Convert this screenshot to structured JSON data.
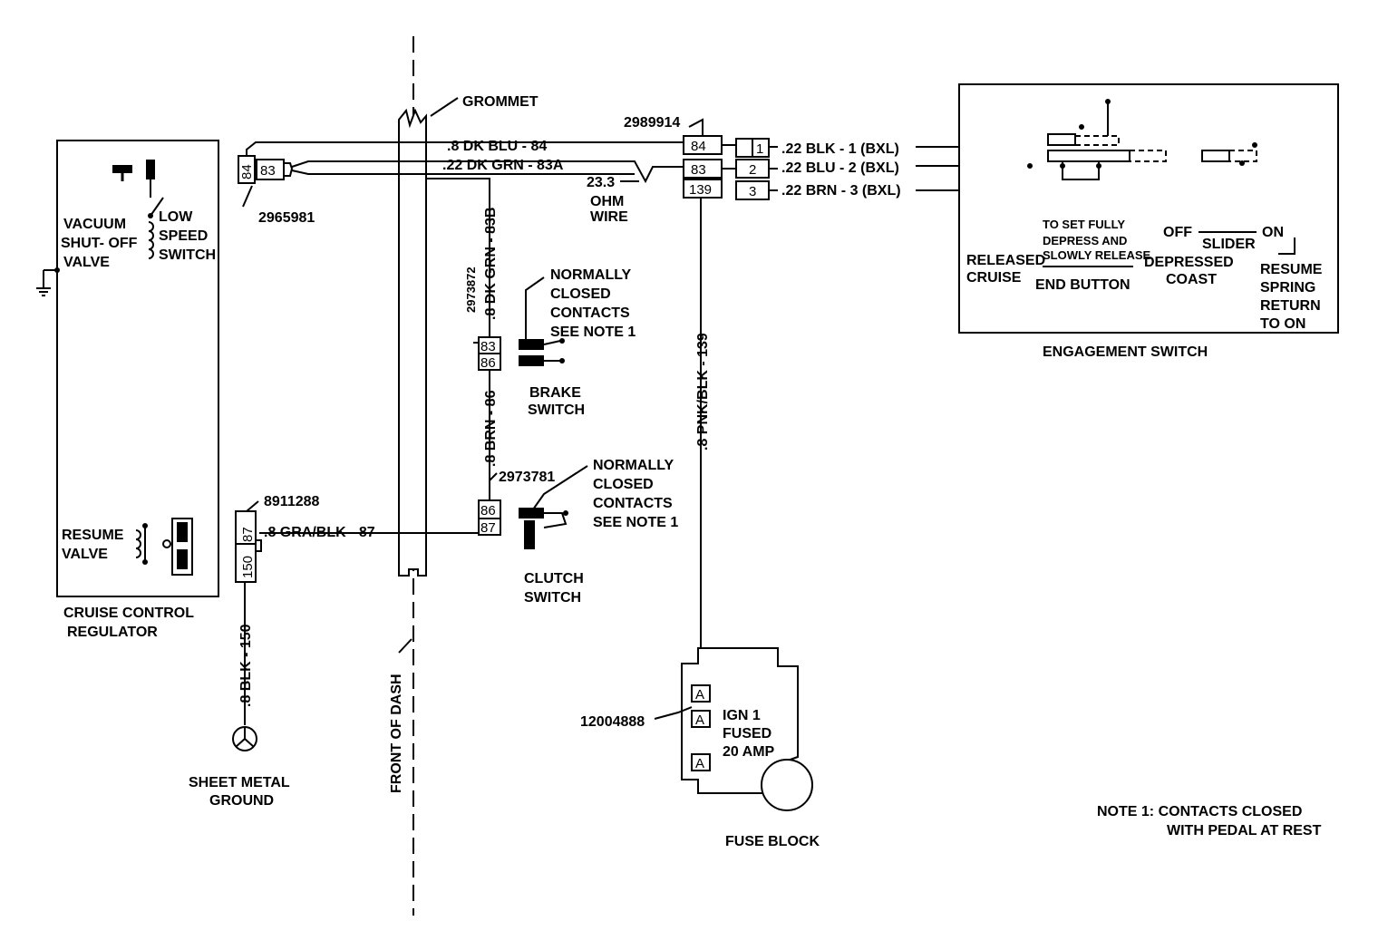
{
  "labels": {
    "grommet": "GROMMET",
    "regulator": "CRUISE CONTROL",
    "regulator2": "REGULATOR",
    "vacuum1": "VACUUM",
    "vacuum2": "SHUT- OFF",
    "vacuum3": "VALVE",
    "low1": "LOW",
    "low2": "SPEED",
    "low3": "SWITCH",
    "resume1": "RESUME",
    "resume2": "VALVE",
    "front_of_dash": "FRONT OF DASH",
    "sheet1": "SHEET METAL",
    "sheet2": "GROUND",
    "nc1a": "NORMALLY",
    "nc1b": "CLOSED",
    "nc1c": "CONTACTS",
    "nc1d": "SEE NOTE 1",
    "brake1": "BRAKE",
    "brake2": "SWITCH",
    "nc2a": "NORMALLY",
    "nc2b": "CLOSED",
    "nc2c": "CONTACTS",
    "nc2d": "SEE NOTE 1",
    "clutch1": "CLUTCH",
    "clutch2": "SWITCH",
    "ohm1": "23.3",
    "ohm2": "OHM",
    "ohm3": "WIRE",
    "ign1": "IGN 1",
    "ign2": "FUSED",
    "ign3": "20 AMP",
    "fuse_block": "FUSE BLOCK",
    "engagement": "ENGAGEMENT SWITCH",
    "to_set1": "TO SET FULLY",
    "to_set2": "DEPRESS AND",
    "to_set3": "SLOWLY RELEASE",
    "released1": "RELEASED",
    "released2": "CRUISE",
    "end_button": "END BUTTON",
    "off": "OFF",
    "on": "ON",
    "slider": "SLIDER",
    "depressed1": "DEPRESSED",
    "depressed2": "COAST",
    "resume_a": "RESUME",
    "resume_b": "SPRING",
    "resume_c": "RETURN",
    "resume_d": "TO ON",
    "note1a": "NOTE 1:  CONTACTS CLOSED",
    "note1b": "WITH PEDAL AT REST"
  },
  "wires": {
    "w84": ".8 DK BLU - 84",
    "w83a": ".22 DK GRN - 83A",
    "w83b": ".8 DK GRN - 83B",
    "w86": ".8 BRN - 86",
    "w87": ".8 GRA/BLK - 87",
    "w150": ".8 BLK - 150",
    "w139": ".8 PNK/BLK - 139",
    "wbxl1": ".22 BLK - 1 (BXL)",
    "wbxl2": ".22 BLU - 2 (BXL)",
    "wbxl3": ".22 BRN - 3 (BXL)"
  },
  "parts": {
    "p2989914": "2989914",
    "p2965981": "2965981",
    "p2973872": "2973872",
    "p2973781": "2973781",
    "p8911288": "8911288",
    "p12004888": "12004888"
  },
  "pins": {
    "c84": "84",
    "c83": "83",
    "d84": "84",
    "d83": "83",
    "d139": "139",
    "b83": "83",
    "b86": "86",
    "k86": "86",
    "k87": "87",
    "r87": "87",
    "r150": "150",
    "s1": "1",
    "s2": "2",
    "s3": "3",
    "fa1": "A",
    "fa2": "A",
    "fa3": "A"
  }
}
